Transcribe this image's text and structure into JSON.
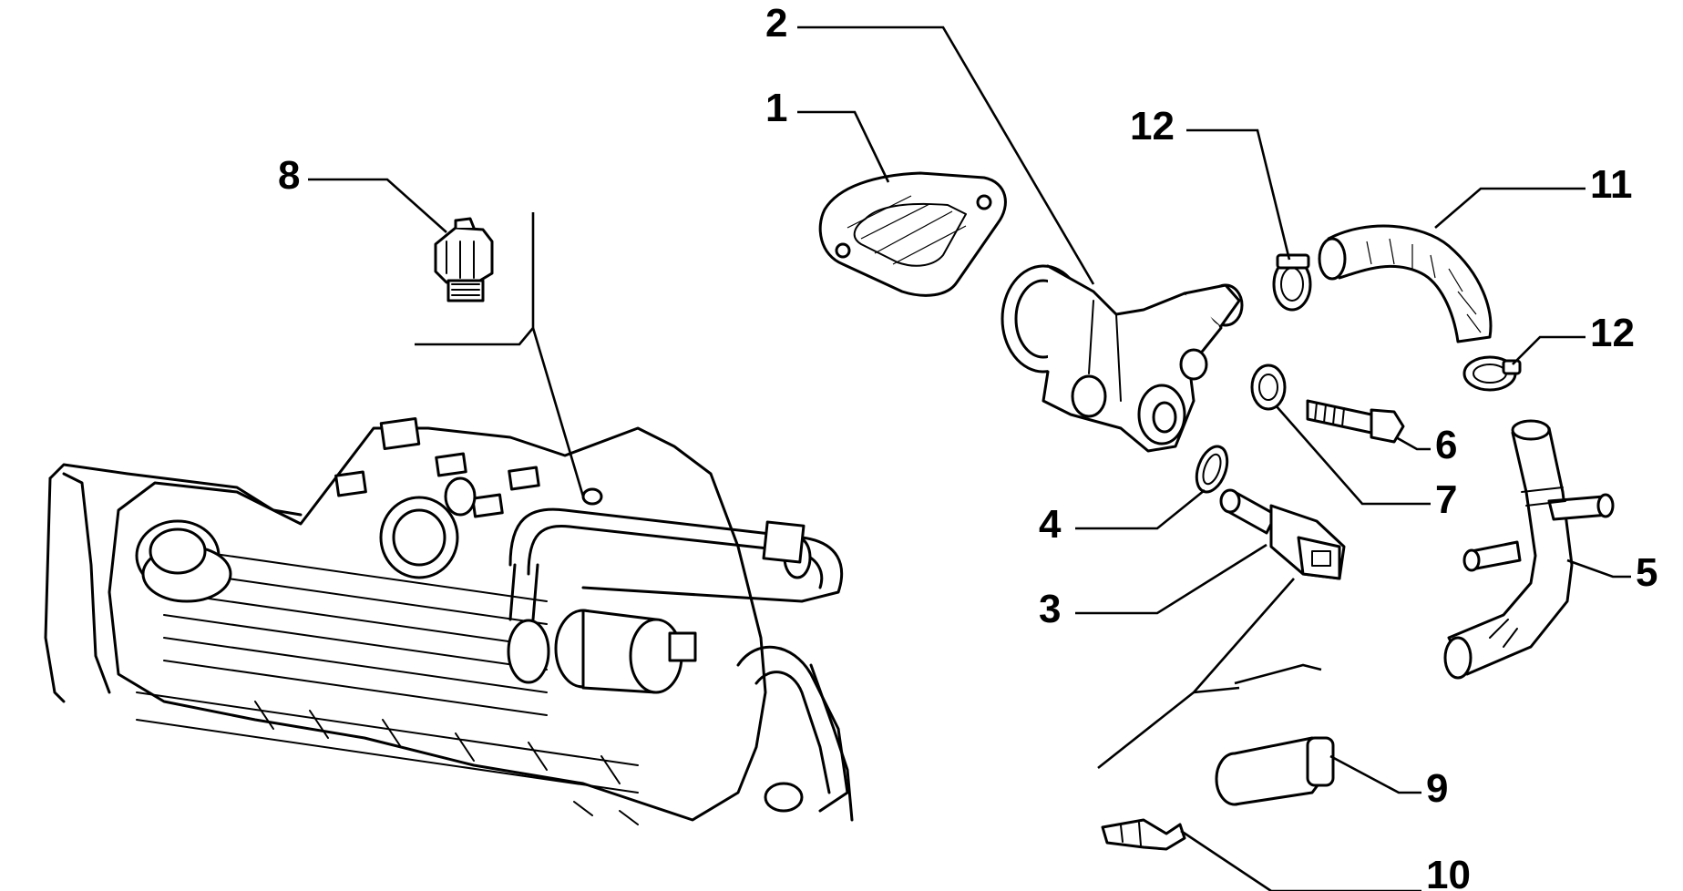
{
  "callouts": [
    {
      "id": "1",
      "label": "1"
    },
    {
      "id": "2",
      "label": "2"
    },
    {
      "id": "3",
      "label": "3"
    },
    {
      "id": "4",
      "label": "4"
    },
    {
      "id": "5",
      "label": "5"
    },
    {
      "id": "6",
      "label": "6"
    },
    {
      "id": "7",
      "label": "7"
    },
    {
      "id": "8",
      "label": "8"
    },
    {
      "id": "9",
      "label": "9"
    },
    {
      "id": "10",
      "label": "10"
    },
    {
      "id": "11",
      "label": "11"
    },
    {
      "id": "12a",
      "label": "12"
    },
    {
      "id": "12b",
      "label": "12"
    }
  ],
  "colors": {
    "ink": "#000000",
    "paper": "#ffffff"
  }
}
